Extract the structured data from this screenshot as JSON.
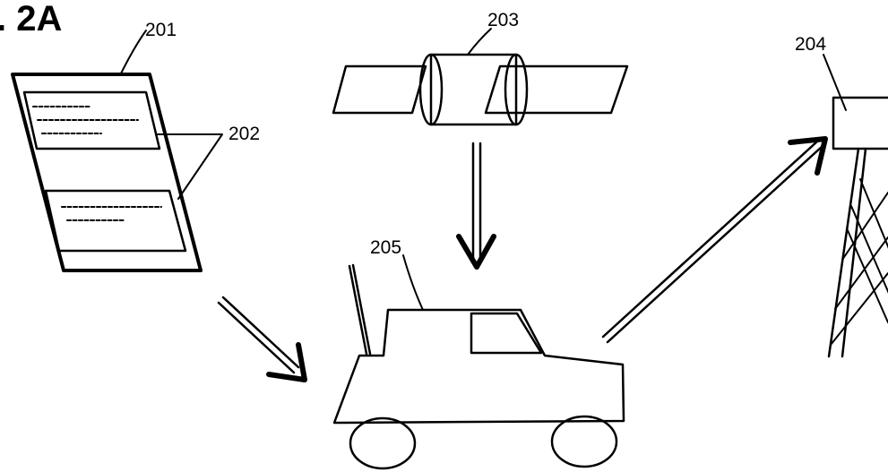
{
  "figure": {
    "title": ". 2A",
    "labels": {
      "document": "201",
      "fields": "202",
      "satellite": "203",
      "tower": "204",
      "vehicle": "205"
    }
  },
  "colors": {
    "ink": "#000000",
    "paper": "#ffffff",
    "solar_panel_fill": "#bdbdbd"
  }
}
